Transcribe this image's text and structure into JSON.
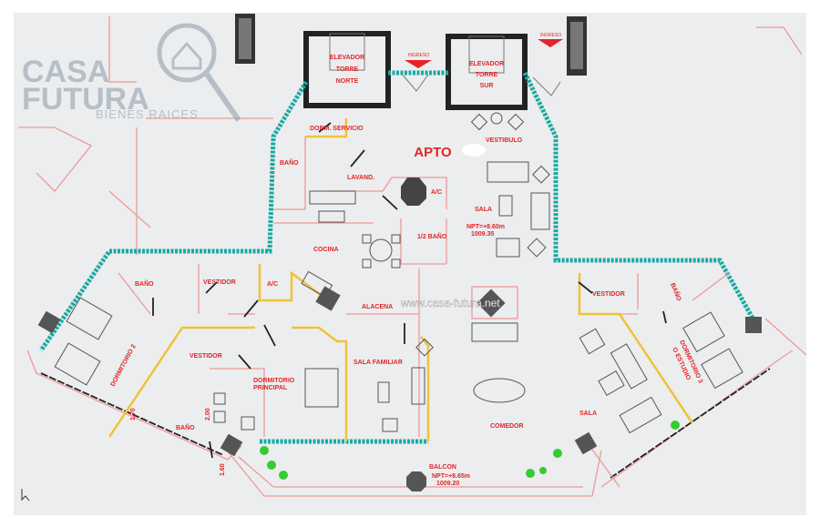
{
  "logo": {
    "line1": "CASA",
    "line2": "FUTURA",
    "tagline": "BIENES RAICES"
  },
  "watermark": "www.casa-futura.net",
  "title": "APTO",
  "rooms": {
    "elev_norte": [
      "ELEVADOR",
      "TORRE",
      "NORTE"
    ],
    "elev_sur": [
      "ELEVADOR",
      "TORRE",
      "SUR"
    ],
    "ingreso_1": "INGRESO",
    "ingreso_2": "INGRESO",
    "dorm_servicio": "DORM. SERVICIO",
    "bano_servicio": "BAÑO",
    "lavanderia": "LAVAND.",
    "vestibulo": "VESTIBULO",
    "ac_1": "A/C",
    "sala_1": "SALA",
    "npt_1": "NPT=+8.60m",
    "elev_1": "1009.35",
    "medio_bano": "1/2 BAÑO",
    "cocina": "COCINA",
    "bano_dorm2": "BAÑO",
    "vestidor_dorm2": "VESTIDOR",
    "ac_2": "A/C",
    "alacena": "ALACENA",
    "dormitorio_2": "DORMITORIO 2",
    "vestidor_principal": "VESTIDOR",
    "dormitorio_principal": [
      "DORMITORIO",
      "PRINCIPAL"
    ],
    "sala_familiar": "SALA FAMILIAR",
    "bano_principal": "BAÑO",
    "dim_1": "2.00",
    "dim_2": "1.60",
    "dim_3": "1.70",
    "comedor": "COMEDOR",
    "sala_2": "SALA",
    "vestidor_dorm3": "VESTIDOR",
    "bano_dorm3": "BAÑO",
    "dormitorio_3": [
      "DORMITORIO 3",
      "O ESTUDIO"
    ],
    "balcon": "BALCON",
    "npt_2": "NPT=+8.65m",
    "elev_2": "1009.20"
  },
  "colors": {
    "wall_teal": "#1aa9a4",
    "wall_yellow": "#f0c23a",
    "label_red": "#e0262a",
    "line_pink": "#ee9999"
  }
}
